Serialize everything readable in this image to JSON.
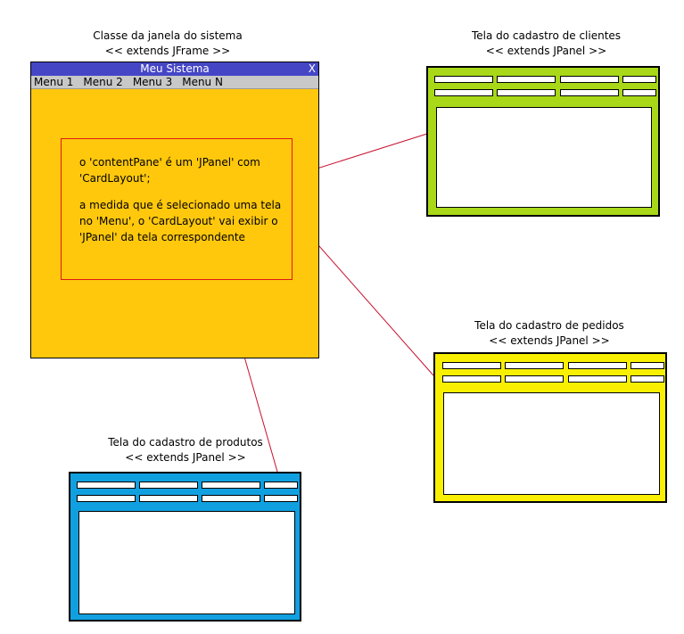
{
  "main_window": {
    "caption_line1": "Classe da janela do sistema",
    "caption_line2": "<< extends JFrame >>",
    "title": "Meu Sistema",
    "close_label": "X",
    "menu_items": [
      "Menu 1",
      "Menu 2",
      "Menu 3",
      "Menu N"
    ],
    "background_color": "#ffc80c",
    "title_bar_color": "#4546c6",
    "note_paragraph1": "o 'contentPane' é um 'JPanel' com 'CardLayout';",
    "note_paragraph2": "a medida que é selecionado uma tela no 'Menu', o 'CardLayout' vai exibir o 'JPanel' da tela correspondente"
  },
  "panels": {
    "clientes": {
      "caption_line1": "Tela do cadastro de clientes",
      "caption_line2": "<< extends JPanel >>",
      "color": "#a8d818"
    },
    "pedidos": {
      "caption_line1": "Tela do cadastro de pedidos",
      "caption_line2": "<< extends JPanel >>",
      "color": "#f8f000"
    },
    "produtos": {
      "caption_line1": "Tela do cadastro de produtos",
      "caption_line2": "<< extends JPanel >>",
      "color": "#10a0e0"
    }
  },
  "connector_color": "#c8102e"
}
